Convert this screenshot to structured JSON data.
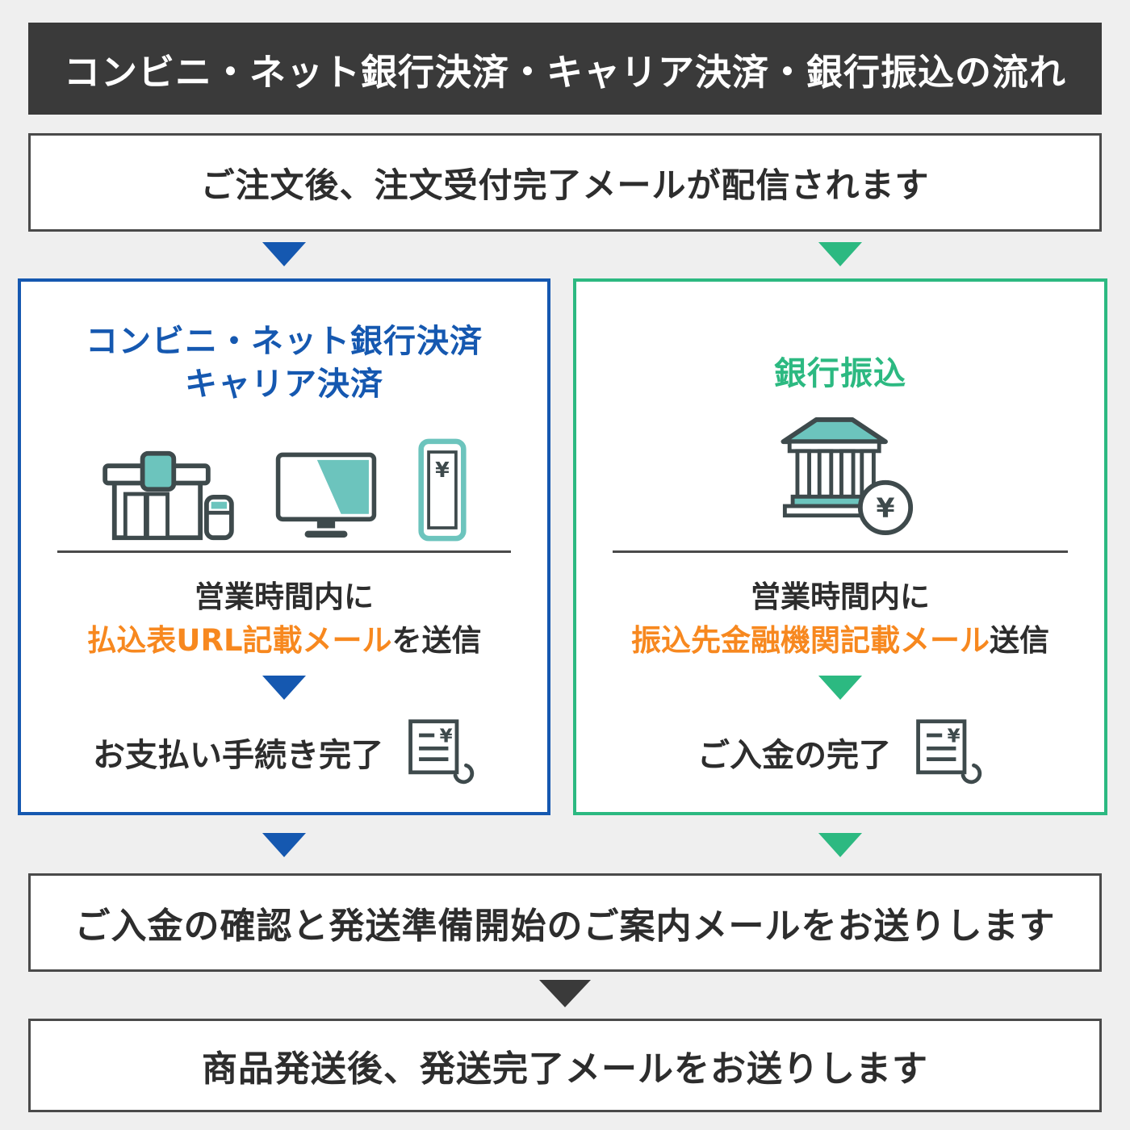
{
  "colors": {
    "background": "#efefef",
    "header_bg": "#3a3a3a",
    "header_text": "#ffffff",
    "box_bg": "#ffffff",
    "box_border": "#4a4a4a",
    "text_dark": "#2d2d2d",
    "blue": "#1558b0",
    "green": "#2cb981",
    "orange": "#f7881f",
    "icon_teal": "#6cc4bd",
    "icon_line": "#3e4a4c"
  },
  "header": {
    "title": "コンビニ・ネット銀行決済・キャリア決済・銀行振込の流れ"
  },
  "steps": {
    "order_received": "ご注文後、注文受付完了メールが配信されます",
    "payment_confirmed": "ご入金の確認と発送準備開始のご案内メールをお送りします",
    "shipped": "商品発送後、発送完了メールをお送りします"
  },
  "left_panel": {
    "title_line1": "コンビニ・ネット銀行決済",
    "title_line2": "キャリア決済",
    "hours_text": "営業時間内に",
    "mail_highlight": "払込表URL記載メール",
    "mail_suffix": "を送信",
    "complete_text": "お支払い手続き完了"
  },
  "right_panel": {
    "title": "銀行振込",
    "hours_text": "営業時間内に",
    "mail_highlight": "振込先金融機関記載メール",
    "mail_suffix": "送信",
    "complete_text": "ご入金の完了"
  },
  "icons": {
    "store": "convenience-store-icon",
    "monitor": "net-banking-monitor-icon",
    "smartphone": "carrier-payment-phone-icon",
    "bank": "bank-building-icon",
    "receipt": "payment-receipt-icon",
    "yen_symbol": "¥"
  }
}
